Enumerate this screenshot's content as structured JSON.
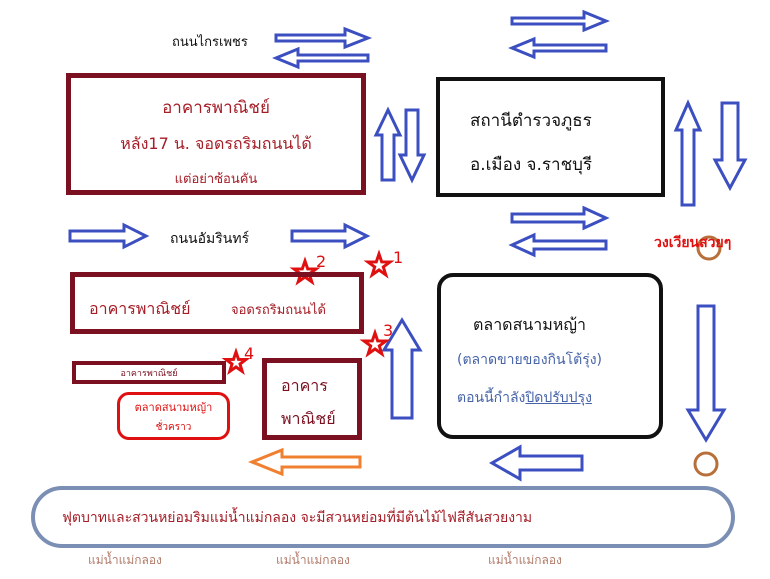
{
  "roads": {
    "top_road": "ถนนไกรเพชร",
    "middle_road": "ถนนอัมรินทร์"
  },
  "buildings": {
    "shophouse_top": {
      "title": "อาคารพาณิชย์",
      "line2": "หลัง17 น.   จอดรถริมถนนได้",
      "line3": "แต่อย่าซ้อนคัน"
    },
    "police_station": {
      "line1": "สถานีตำรวจภูธร",
      "line2": "อ.เมือง   จ.ราชบุรี"
    },
    "shophouse_middle": {
      "title": "อาคารพาณิชย์",
      "note": "จอดรถริมถนนได้"
    },
    "market": {
      "title": "ตลาดสนามหญ้า",
      "subtitle": "(ตลาดขายของกินโต้รุ่ง)",
      "status_prefix": "ตอนนี้กำลัง",
      "status_underlined": "ปิดปรับปรุง"
    },
    "shophouse_small": {
      "title": "อาคารพาณิชย์"
    },
    "temp_market": {
      "line1": "ตลาดสนามหญ้า",
      "line2": "ชั่วคราว"
    },
    "shophouse_corner": {
      "line1": "อาคาร",
      "line2": "พาณิชย์"
    }
  },
  "roundabout_label": "วงเวียนสวยๆ",
  "markers": [
    "1",
    "2",
    "3",
    "4"
  ],
  "riverside": {
    "text": "ฟุตบาทและสวนหย่อมริมแม่น้ำแม่กลอง   จะมีสวนหย่อมที่มีต้นไม้ไฟสีสันสวยงาม"
  },
  "river_labels": [
    "แม่น้ำแม่กลอง",
    "แม่น้ำแม่กลอง",
    "แม่น้ำแม่กลอง"
  ],
  "colors": {
    "arrow_blue": "#3c4fc0",
    "arrow_orange": "#f08030",
    "maroon": "#7a1020",
    "star_red": "#e01010",
    "circle_brown": "#b8703a",
    "river_border": "#7b8fb5"
  }
}
